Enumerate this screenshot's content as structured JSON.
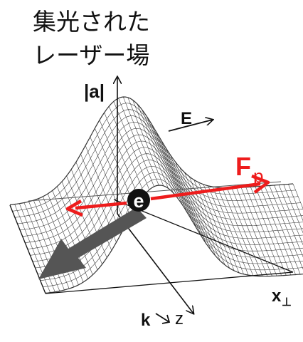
{
  "title": {
    "line1": "集光された",
    "line2": "レーザー場"
  },
  "labels": {
    "amplitude_axis": "|a|",
    "field_E": "E",
    "force_F": "F",
    "force_sub": "p",
    "electron": "e",
    "wave_vector": "k",
    "z_axis": "z",
    "x_perp_axis": "x",
    "x_perp_sub": "⊥"
  },
  "colors": {
    "force_arrow": "#ee1c1c",
    "force_label": "#ee1c1c",
    "electron_fill": "#111111",
    "electron_text": "#ffffff",
    "motion_arrow": "#555555",
    "mesh": "#333333"
  }
}
